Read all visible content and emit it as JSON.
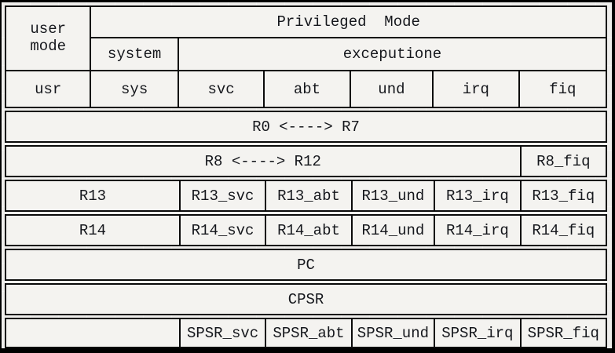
{
  "colors": {
    "frame_border": "#000000",
    "table_border": "#0b0b0b",
    "cell_background": "#f4f3f0",
    "page_background": "#efeeec",
    "text": "#15171c"
  },
  "header": {
    "user_mode_line1": "user",
    "user_mode_line2": "mode",
    "privileged_mode": "Privileged  Mode",
    "system": "system",
    "exception": "exceputione"
  },
  "modes": [
    "usr",
    "sys",
    "svc",
    "abt",
    "und",
    "irq",
    "fiq"
  ],
  "registers": {
    "r0_r7": "R0 <----> R7",
    "r8_r12": "R8 <----> R12",
    "r8_fiq": "R8_fiq",
    "r13": {
      "user": "R13",
      "svc": "R13_svc",
      "abt": "R13_abt",
      "und": "R13_und",
      "irq": "R13_irq",
      "fiq": "R13_fiq"
    },
    "r14": {
      "user": "R14",
      "svc": "R14_svc",
      "abt": "R14_abt",
      "und": "R14_und",
      "irq": "R14_irq",
      "fiq": "R14_fiq"
    },
    "pc": "PC",
    "cpsr": "CPSR",
    "spsr": {
      "user": "",
      "svc": "SPSR_svc",
      "abt": "SPSR_abt",
      "und": "SPSR_und",
      "irq": "SPSR_irq",
      "fiq": "SPSR_fiq"
    }
  }
}
